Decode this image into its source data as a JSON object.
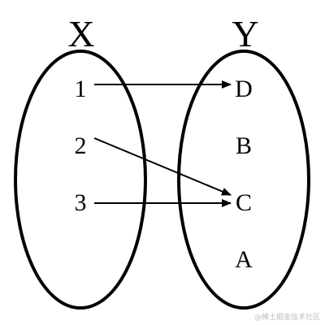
{
  "sets": [
    {
      "id": "X",
      "title": "X",
      "elements": [
        "1",
        "2",
        "3"
      ]
    },
    {
      "id": "Y",
      "title": "Y",
      "elements": [
        "D",
        "B",
        "C",
        "A"
      ]
    }
  ],
  "mappings": [
    {
      "from": "1",
      "to": "D"
    },
    {
      "from": "2",
      "to": "C"
    },
    {
      "from": "3",
      "to": "C"
    }
  ],
  "watermark": "@稀土掘金技术社区"
}
